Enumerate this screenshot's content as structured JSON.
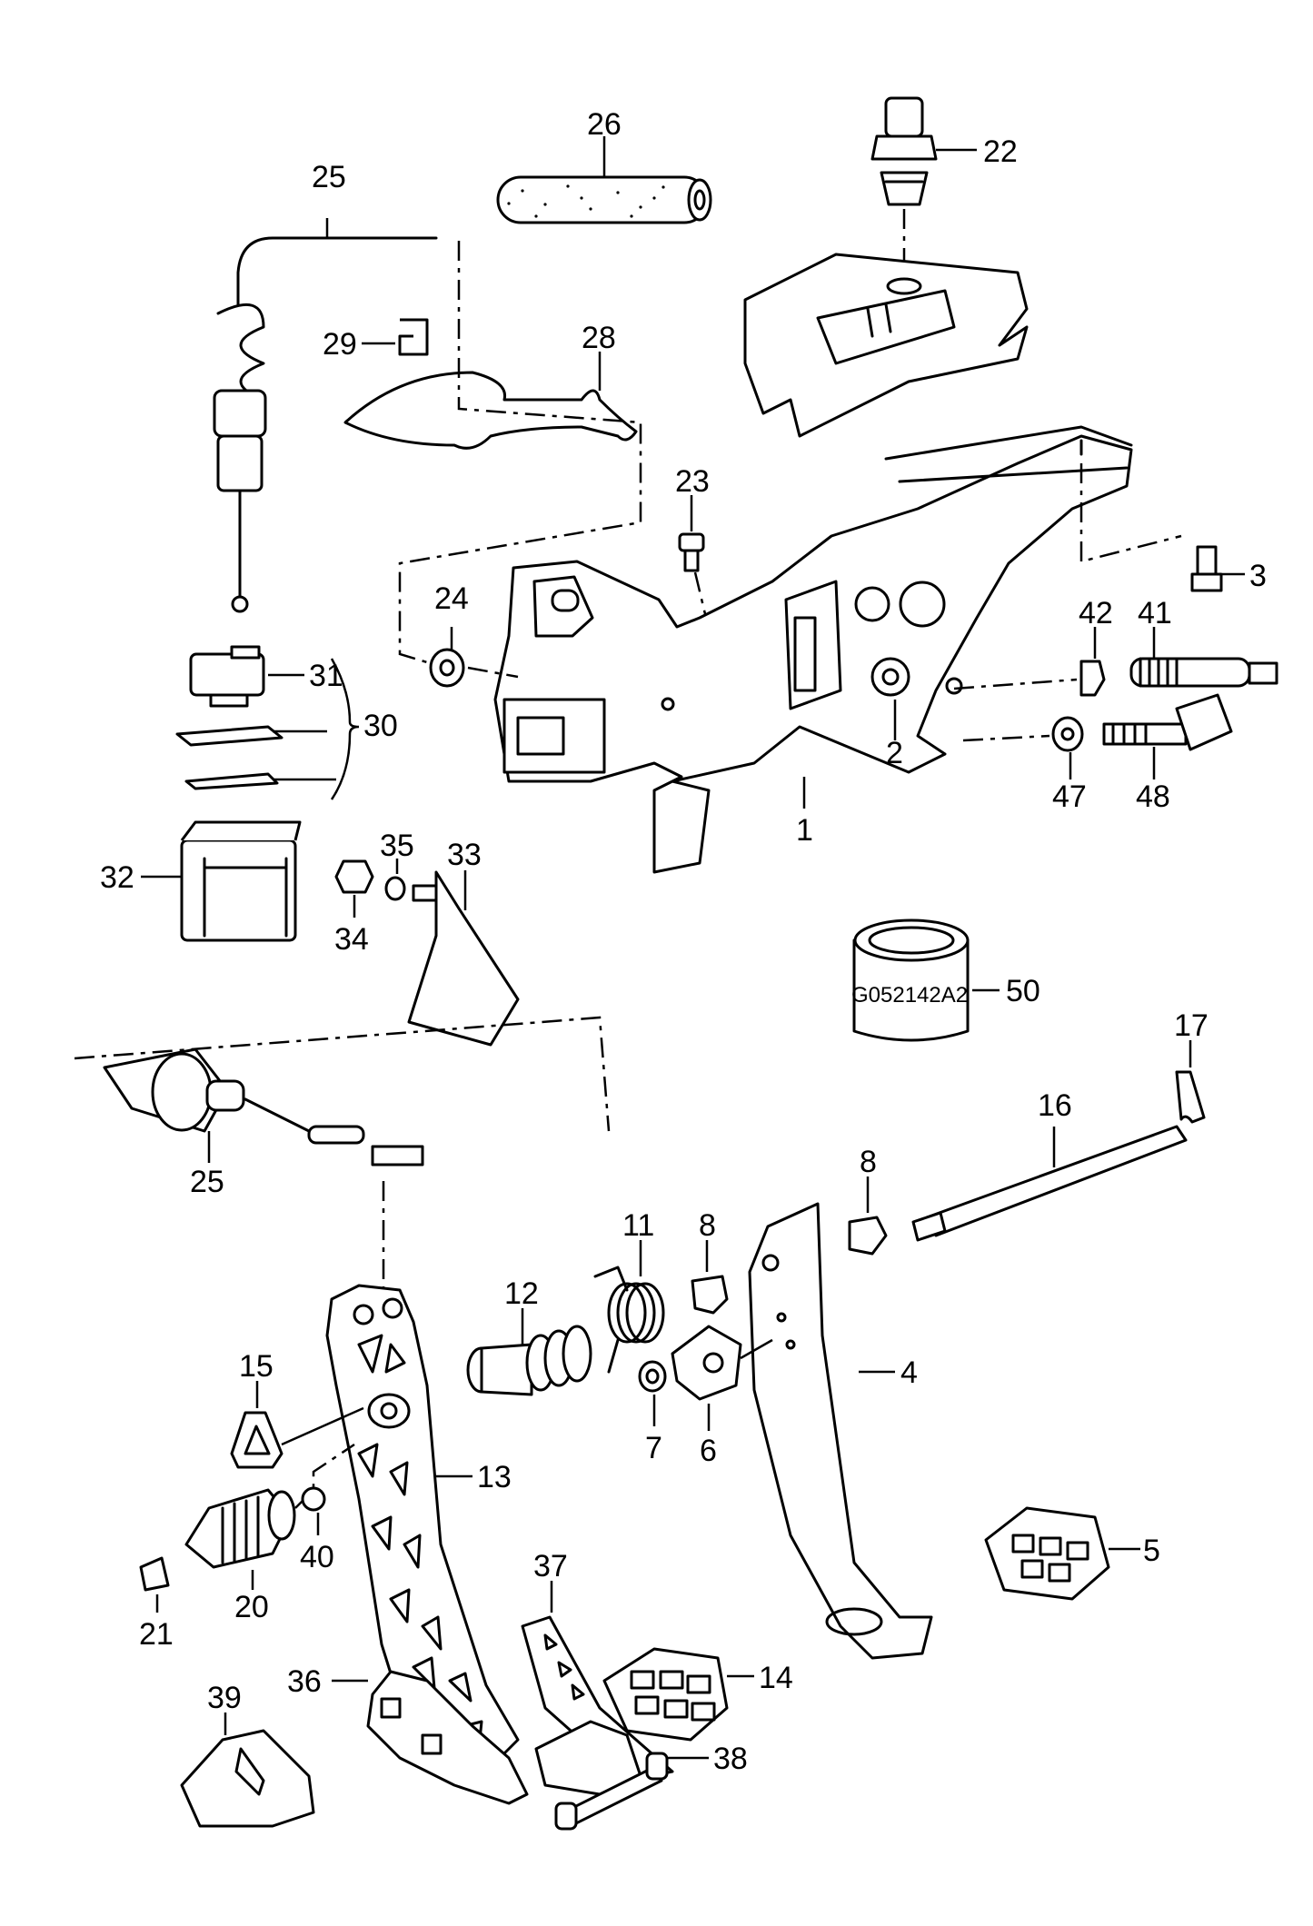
{
  "diagram": {
    "callouts": [
      {
        "id": "c1",
        "text": "1"
      },
      {
        "id": "c2",
        "text": "2"
      },
      {
        "id": "c3",
        "text": "3"
      },
      {
        "id": "c4",
        "text": "4"
      },
      {
        "id": "c5",
        "text": "5"
      },
      {
        "id": "c6",
        "text": "6"
      },
      {
        "id": "c7",
        "text": "7"
      },
      {
        "id": "c8a",
        "text": "8"
      },
      {
        "id": "c8b",
        "text": "8"
      },
      {
        "id": "c11",
        "text": "11"
      },
      {
        "id": "c12",
        "text": "12"
      },
      {
        "id": "c13",
        "text": "13"
      },
      {
        "id": "c14",
        "text": "14"
      },
      {
        "id": "c15",
        "text": "15"
      },
      {
        "id": "c16",
        "text": "16"
      },
      {
        "id": "c17",
        "text": "17"
      },
      {
        "id": "c20",
        "text": "20"
      },
      {
        "id": "c21",
        "text": "21"
      },
      {
        "id": "c22",
        "text": "22"
      },
      {
        "id": "c23",
        "text": "23"
      },
      {
        "id": "c24",
        "text": "24"
      },
      {
        "id": "c25a",
        "text": "25"
      },
      {
        "id": "c25b",
        "text": "25"
      },
      {
        "id": "c26",
        "text": "26"
      },
      {
        "id": "c28",
        "text": "28"
      },
      {
        "id": "c29",
        "text": "29"
      },
      {
        "id": "c30",
        "text": "30"
      },
      {
        "id": "c31",
        "text": "31"
      },
      {
        "id": "c32",
        "text": "32"
      },
      {
        "id": "c33",
        "text": "33"
      },
      {
        "id": "c34",
        "text": "34"
      },
      {
        "id": "c35",
        "text": "35"
      },
      {
        "id": "c36",
        "text": "36"
      },
      {
        "id": "c37",
        "text": "37"
      },
      {
        "id": "c38",
        "text": "38"
      },
      {
        "id": "c39",
        "text": "39"
      },
      {
        "id": "c40",
        "text": "40"
      },
      {
        "id": "c41",
        "text": "41"
      },
      {
        "id": "c42",
        "text": "42"
      },
      {
        "id": "c47",
        "text": "47"
      },
      {
        "id": "c48",
        "text": "48"
      },
      {
        "id": "c50",
        "text": "50"
      }
    ],
    "can_label": "G052142A2"
  }
}
